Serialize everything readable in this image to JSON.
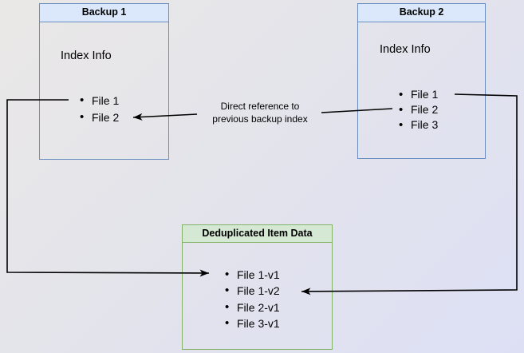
{
  "diagram": {
    "backup1": {
      "title": "Backup 1",
      "subtitle": "Index Info",
      "items": [
        "File 1",
        "File 2"
      ]
    },
    "backup2": {
      "title": "Backup 2",
      "subtitle": "Index Info",
      "items": [
        "File 1",
        "File 2",
        "File 3"
      ]
    },
    "dedup": {
      "title": "Deduplicated Item Data",
      "items": [
        "File 1-v1",
        "File 1-v2",
        "File 2-v1",
        "File 3-v1"
      ]
    },
    "annotation": {
      "line1": "Direct reference to",
      "line2": "previous backup index"
    },
    "colors": {
      "blue_fill": "#dbe8fc",
      "blue_border": "#6c8ebf",
      "green_fill": "#d5e8d4",
      "green_border": "#82b366",
      "connector": "#000000",
      "background_top_left": "#eae8e6",
      "background_bottom_right": "#dde0f5"
    }
  }
}
